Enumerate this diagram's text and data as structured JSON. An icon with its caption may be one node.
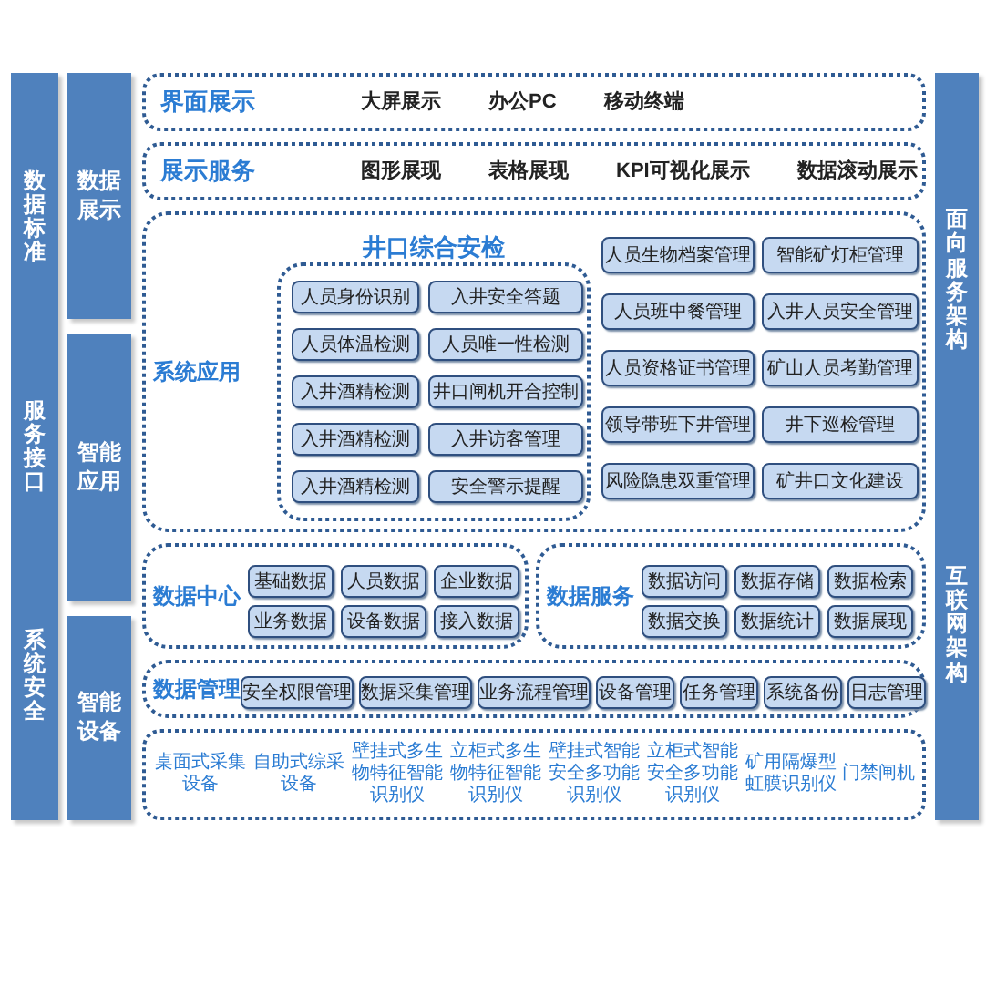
{
  "diagram": {
    "nodes": [
      {
        "text": [
          "数据标准",
          "服务接口",
          "系统安全"
        ]
      },
      {
        "text": [
          "数据展示"
        ]
      },
      {
        "text": [
          "智能应用"
        ]
      },
      {
        "text": [
          "智能设备"
        ]
      },
      {
        "text": [
          "界面展示",
          "大屏展示",
          "办公PC",
          "移动终端"
        ]
      },
      {
        "text": [
          "展示服务",
          "图形展现",
          "表格展现",
          "KPI可视化展示",
          "数据滚动展示"
        ]
      },
      {
        "text": [
          "系统应用"
        ]
      },
      {
        "text": [
          "井口综合安检"
        ],
        "in": 6
      },
      {
        "text": [
          "人员身份识别"
        ],
        "in": 7
      },
      {
        "text": [
          "入井安全答题"
        ],
        "in": 7
      },
      {
        "text": [
          "人员体温检测"
        ],
        "in": 7
      },
      {
        "text": [
          "人员唯一性检测"
        ],
        "in": 7
      },
      {
        "text": [
          "入井酒精检测"
        ],
        "in": 7
      },
      {
        "text": [
          "井口闸机开合控制"
        ],
        "in": 7
      },
      {
        "text": [
          "入井酒精检测"
        ],
        "in": 7
      },
      {
        "text": [
          "入井访客管理"
        ],
        "in": 7
      },
      {
        "text": [
          "入井酒精检测"
        ],
        "in": 7
      },
      {
        "text": [
          "安全警示提醒"
        ],
        "in": 7
      },
      {
        "text": [
          "人员生物档案管理"
        ],
        "in": 6
      },
      {
        "text": [
          "智能矿灯柜管理"
        ],
        "in": 6
      },
      {
        "text": [
          "人员班中餐管理"
        ],
        "in": 6
      },
      {
        "text": [
          "入井人员安全管理"
        ],
        "in": 6
      },
      {
        "text": [
          "人员资格证书管理"
        ],
        "in": 6
      },
      {
        "text": [
          "矿山人员考勤管理"
        ],
        "in": 6
      },
      {
        "text": [
          "领导带班下井管理"
        ],
        "in": 6
      },
      {
        "text": [
          "井下巡检管理"
        ],
        "in": 6
      },
      {
        "text": [
          "风险隐患双重管理"
        ],
        "in": 6
      },
      {
        "text": [
          "矿井口文化建设"
        ],
        "in": 6
      },
      {
        "text": [
          "数据中心"
        ]
      },
      {
        "text": [
          "基础数据"
        ],
        "in": 28
      },
      {
        "text": [
          "人员数据"
        ],
        "in": 28
      },
      {
        "text": [
          "企业数据"
        ],
        "in": 28
      },
      {
        "text": [
          "业务数据"
        ],
        "in": 28
      },
      {
        "text": [
          "设备数据"
        ],
        "in": 28
      },
      {
        "text": [
          "接入数据"
        ],
        "in": 28
      },
      {
        "text": [
          "数据服务"
        ]
      },
      {
        "text": [
          "数据访问"
        ],
        "in": 35
      },
      {
        "text": [
          "数据存储"
        ],
        "in": 35
      },
      {
        "text": [
          "数据检索"
        ],
        "in": 35
      },
      {
        "text": [
          "数据交换"
        ],
        "in": 35
      },
      {
        "text": [
          "数据统计"
        ],
        "in": 35
      },
      {
        "text": [
          "数据展现"
        ],
        "in": 35
      },
      {
        "text": [
          "数据管理"
        ]
      },
      {
        "text": [
          "安全权限管理"
        ],
        "in": 42
      },
      {
        "text": [
          "数据采集管理"
        ],
        "in": 42
      },
      {
        "text": [
          "业务流程管理"
        ],
        "in": 42
      },
      {
        "text": [
          "设备管理"
        ],
        "in": 42
      },
      {
        "text": [
          "任务管理"
        ],
        "in": 42
      },
      {
        "text": [
          "系统备份"
        ],
        "in": 42
      },
      {
        "text": [
          "日志管理"
        ],
        "in": 42
      },
      {
        "text": [
          "桌面式采集设备",
          "自助式综采设备",
          "壁挂式多生物特征智能识别仪",
          "立柜式多生物特征智能识别仪",
          "壁挂式智能安全多功能识别仪",
          "立柜式智能安全多功能识别仪",
          "矿用隔爆型虹膜识别仪",
          "门禁闸机"
        ]
      },
      {
        "text": [
          "面向服务架构",
          "互联网架构"
        ]
      }
    ]
  }
}
